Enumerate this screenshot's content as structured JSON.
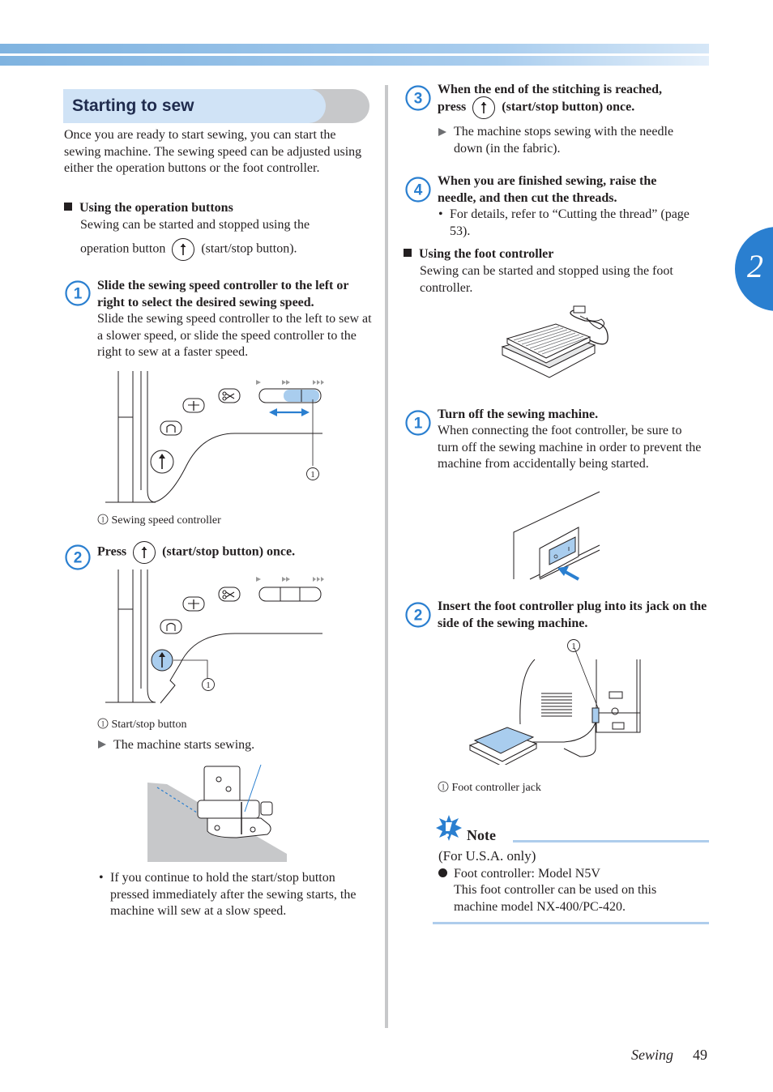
{
  "header": {
    "chapter_number": "2"
  },
  "section_title": "Starting to sew",
  "intro": "Once you are ready to start sewing, you can start the sewing machine. The sewing speed can be adjusted using either the operation buttons or the foot controller.",
  "left": {
    "sub_heading": "Using the operation buttons",
    "sub_text_1": "Sewing can be started and stopped using the",
    "sub_text_2a": "operation button",
    "sub_text_2b": "(start/stop button).",
    "step1": {
      "num": "1",
      "heading": "Slide the sewing speed controller to the left or right to select the desired sewing speed.",
      "body": "Slide the sewing speed controller to the left to sew at a slower speed, or slide the speed controller to the right to sew at a faster speed.",
      "fig_callout": "1",
      "caption_num": "1",
      "caption": "Sewing speed controller"
    },
    "step2": {
      "num": "2",
      "heading_a": "Press",
      "heading_b": "(start/stop button) once.",
      "fig_callout": "1",
      "caption_num": "1",
      "caption": "Start/stop button",
      "result": "The machine starts sewing."
    },
    "bullet": "If you continue to hold the start/stop button pressed immediately after the sewing starts, the machine will sew at a slow speed."
  },
  "right": {
    "step3": {
      "num": "3",
      "heading_a": "When the end of the stitching is reached,",
      "heading_b1": "press",
      "heading_b2": "(start/stop button) once.",
      "result": "The machine stops sewing with the needle down (in the fabric)."
    },
    "step4": {
      "num": "4",
      "heading": "When you are finished sewing, raise the needle, and then cut the threads.",
      "bullet": "For details, refer to “Cutting the thread” (page 53)."
    },
    "sub_heading": "Using the foot controller",
    "sub_text": "Sewing can be started and stopped using the foot controller.",
    "fstep1": {
      "num": "1",
      "heading": "Turn off the sewing machine.",
      "body": "When connecting the foot controller, be sure to turn off the sewing machine in order to prevent the machine from accidentally being started."
    },
    "fstep2": {
      "num": "2",
      "heading": "Insert the foot controller plug into its jack on the side of the sewing machine.",
      "fig_callout": "1",
      "caption_num": "1",
      "caption": "Foot controller jack"
    },
    "note": {
      "title": "Note",
      "region": "(For U.S.A. only)",
      "line1": "Foot controller: Model N5V",
      "line2": "This foot controller can be used on this machine model NX-400/PC-420."
    }
  },
  "footer": {
    "section": "Sewing",
    "page": "49"
  },
  "colors": {
    "accent_blue": "#2a7fd0",
    "light_blue": "#d0e3f6",
    "gray": "#c7c8ca",
    "text": "#231f20"
  }
}
